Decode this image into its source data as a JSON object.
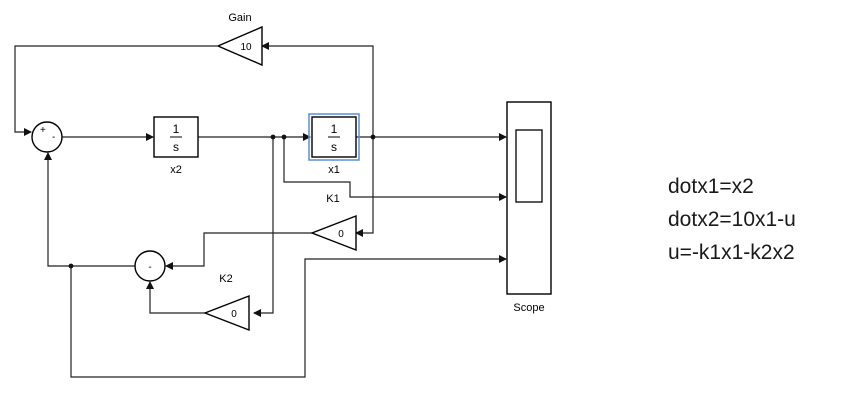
{
  "blocks": {
    "gain": {
      "label": "Gain",
      "value": "10"
    },
    "integrator_x2": {
      "numerator": "1",
      "denominator": "s",
      "label": "x2"
    },
    "integrator_x1": {
      "numerator": "1",
      "denominator": "s",
      "label": "x1"
    },
    "k1": {
      "label": "K1",
      "value": "0"
    },
    "k2": {
      "label": "K2",
      "value": "0"
    },
    "scope": {
      "label": "Scope"
    },
    "sum_top": {
      "sign1": "+",
      "sign2": "-"
    },
    "sum_bottom": {
      "sign": "-"
    }
  },
  "equations": [
    "dotx1=x2",
    "dotx2=10x1-u",
    "u=-k1x1-k2x2"
  ]
}
